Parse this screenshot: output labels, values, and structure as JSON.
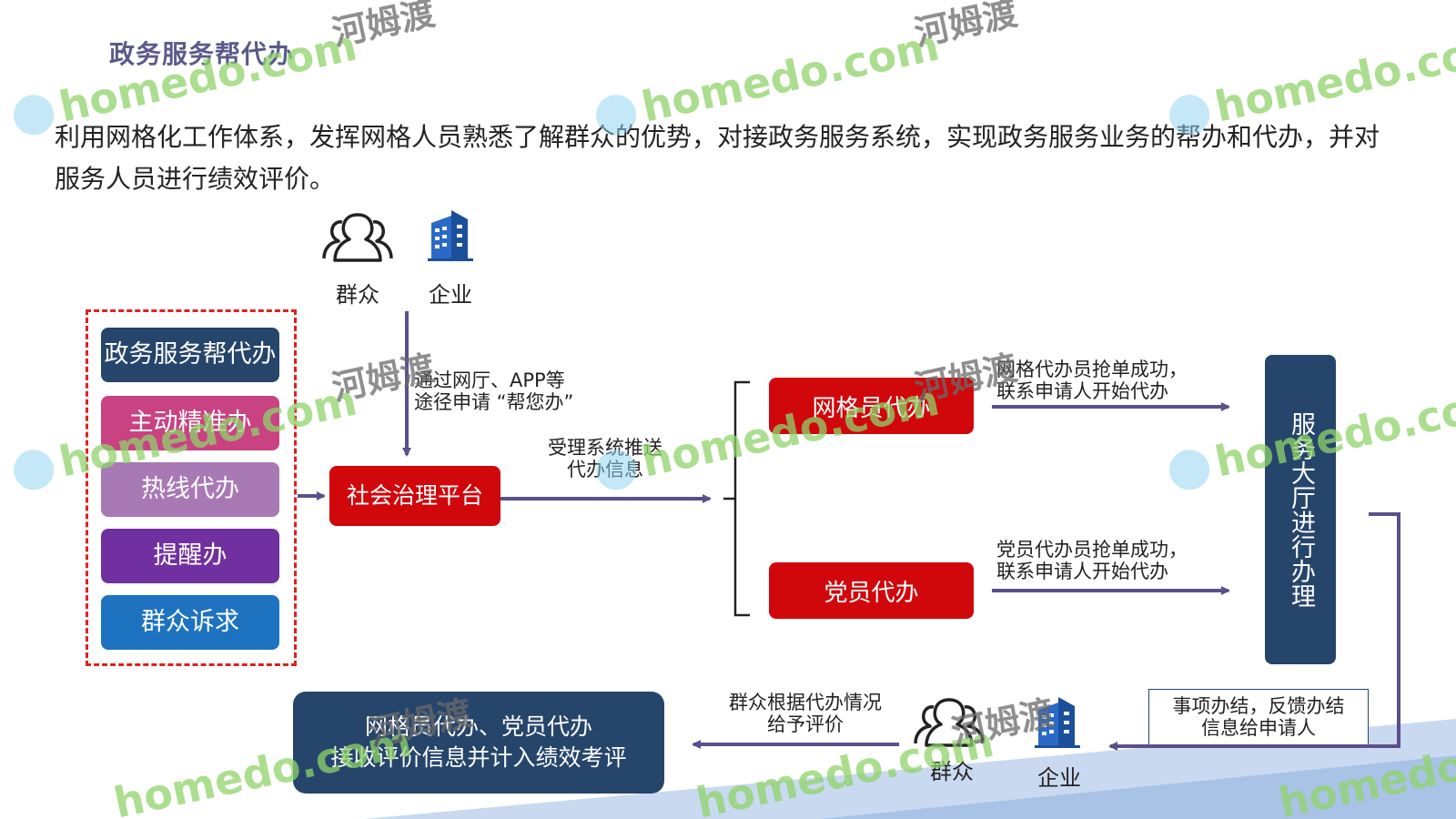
{
  "title": "政务服务帮代办",
  "intro": "利用网格化工作体系，发挥网格人员熟悉了解群众的优势，对接政务服务系统，实现政务服务业务的帮办和代办，并对服务人员进行绩效评价。",
  "top_actors": {
    "masses_label": "群众",
    "enterprise_label": "企业"
  },
  "left_list": {
    "items": [
      {
        "label": "政务服务帮代办",
        "color": "#26456b"
      },
      {
        "label": "主动精准办",
        "color": "#c94383"
      },
      {
        "label": "热线代办",
        "color": "#a879b5"
      },
      {
        "label": "提醒办",
        "color": "#7030a0"
      },
      {
        "label": "群众诉求",
        "color": "#1e73c1"
      }
    ]
  },
  "platform": {
    "label": "社会治理平台"
  },
  "apply_note": {
    "line1": "通过网厅、APP等",
    "line2": "途径申请 “帮您办”"
  },
  "push_note": {
    "line1": "受理系统推送",
    "line2": "代办信息"
  },
  "grid_agent": {
    "label": "网格员代办",
    "note_line1": "网格代办员抢单成功，",
    "note_line2": "联系申请人开始代办"
  },
  "party_agent": {
    "label": "党员代办",
    "note_line1": "党员代办员抢单成功，",
    "note_line2": "联系申请人开始代办"
  },
  "hall": {
    "label": "服务大厅进行办理"
  },
  "feedback": {
    "line1": "事项办结，反馈办结",
    "line2": "信息给申请人"
  },
  "bottom_actors": {
    "masses_label": "群众",
    "enterprise_label": "企业"
  },
  "evaluate_note": {
    "line1": "群众根据代办情况",
    "line2": "给予评价"
  },
  "result": {
    "line1": "网格员代办、党员代办",
    "line2": "接收评价信息并计入绩效考评"
  },
  "watermark": {
    "brand": "homedo.com",
    "cn": "河姆渡"
  },
  "colors": {
    "navy": "#26456b",
    "red": "#d0070b",
    "arrow": "#5b4f8c",
    "dash": "#e02020",
    "bottom_band": "#c9daf0"
  }
}
